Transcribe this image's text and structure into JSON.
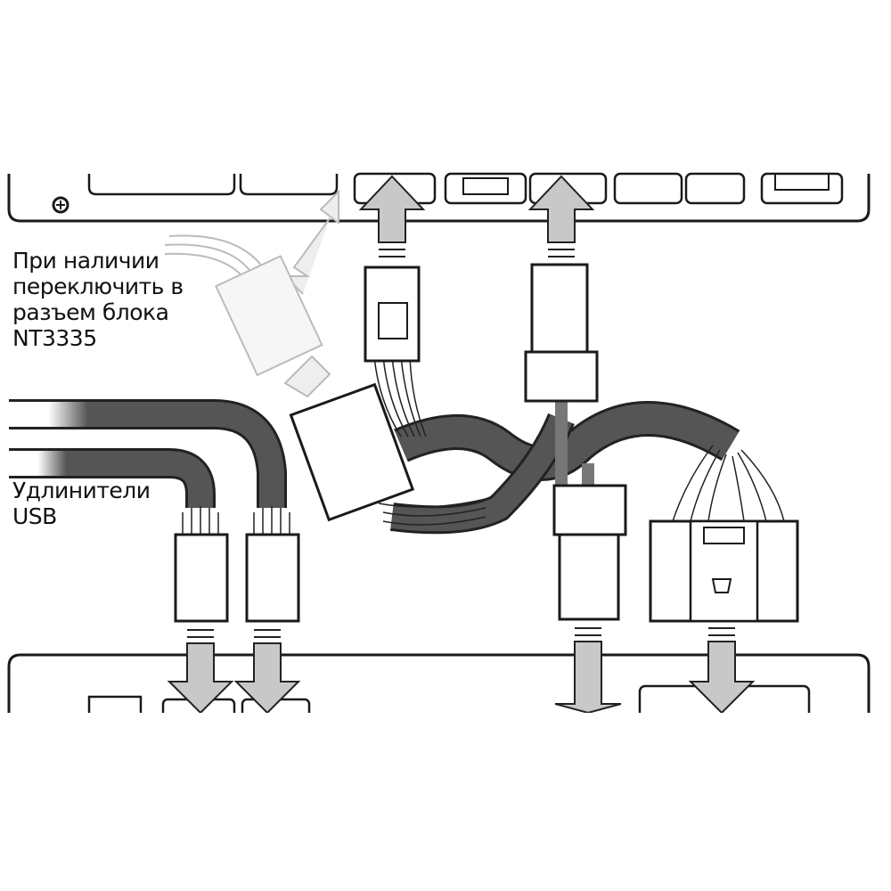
{
  "labels": {
    "note_line1": "При наличии",
    "note_line2": "переключить в",
    "note_line3": "разъем блока",
    "note_line4": "NT3335",
    "usb_line1": "Удлинители",
    "usb_line2": "USB"
  },
  "icons": {
    "screw": "plus-circle-icon",
    "arrow_up": "arrow-up-icon",
    "arrow_down": "arrow-down-icon"
  },
  "colors": {
    "cable": "#555555",
    "arrow": "#c8c8c8",
    "outline": "#1a1a1a"
  }
}
